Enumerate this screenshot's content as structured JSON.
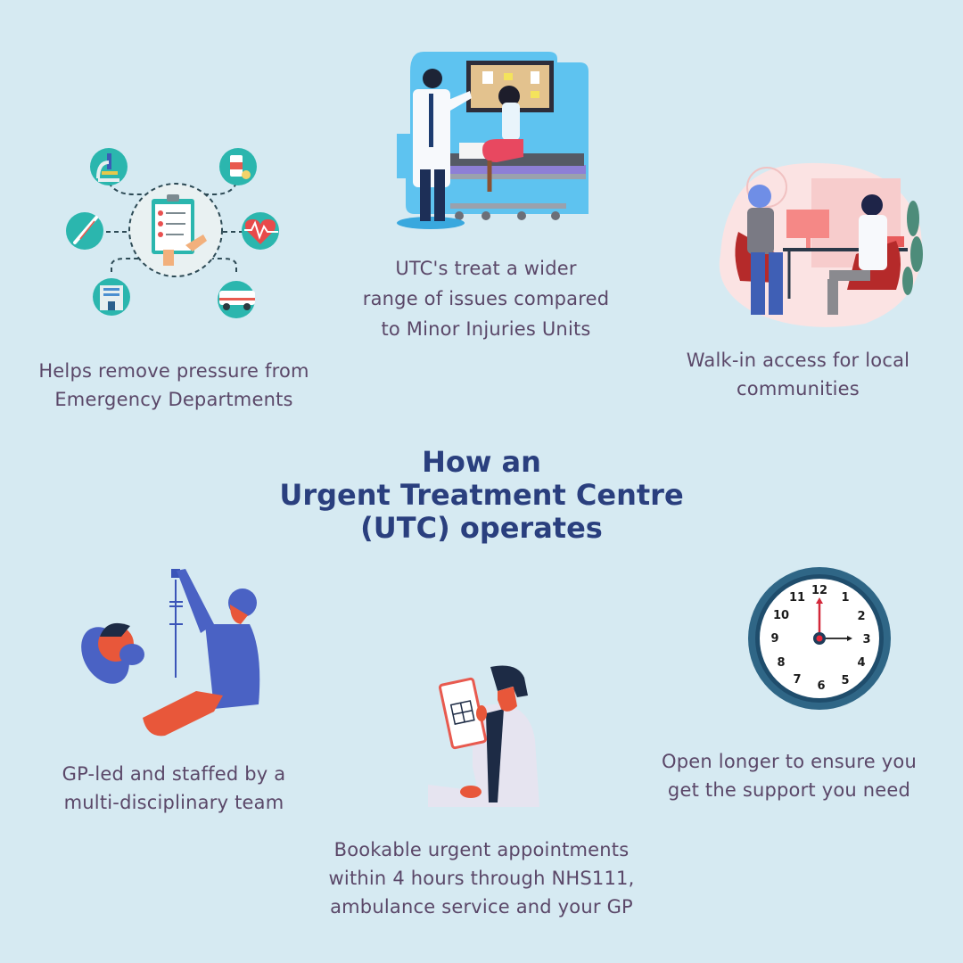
{
  "title": {
    "line1": "How an",
    "line2": "Urgent Treatment Centre",
    "line3": "(UTC) operates"
  },
  "colors": {
    "background": "#d6eaf2",
    "title": "#2a3f7e",
    "body_text": "#5a4768",
    "teal": "#2bb6ae",
    "clock_rim": "#2f6686",
    "orange": "#e8573a",
    "scrub_blue": "#4a62c4"
  },
  "items": [
    {
      "id": "pressure",
      "illustration": "medical-icons-network",
      "lines": [
        "Helps remove pressure from",
        "Emergency Departments"
      ]
    },
    {
      "id": "wider-range",
      "illustration": "doctor-patient-exam",
      "lines": [
        "UTC's treat a wider",
        "range of issues compared",
        "to Minor Injuries Units"
      ]
    },
    {
      "id": "walk-in",
      "illustration": "consultation-desk",
      "lines": [
        "Walk-in access for local",
        "communities"
      ]
    },
    {
      "id": "gp-led",
      "illustration": "nurse-iv-patient",
      "lines": [
        "GP-led and staffed by a",
        "multi-disciplinary team"
      ]
    },
    {
      "id": "bookable",
      "illustration": "doctor-clipboard",
      "lines": [
        "Bookable urgent appointments",
        "within 4 hours through NHS111,",
        "ambulance service and your GP"
      ]
    },
    {
      "id": "open-longer",
      "illustration": "clock",
      "lines": [
        "Open longer to ensure you",
        "get the support you need"
      ]
    }
  ],
  "clock": {
    "numbers": [
      "12",
      "1",
      "2",
      "3",
      "4",
      "5",
      "6",
      "7",
      "8",
      "9",
      "10",
      "11"
    ],
    "time": "3:00"
  }
}
